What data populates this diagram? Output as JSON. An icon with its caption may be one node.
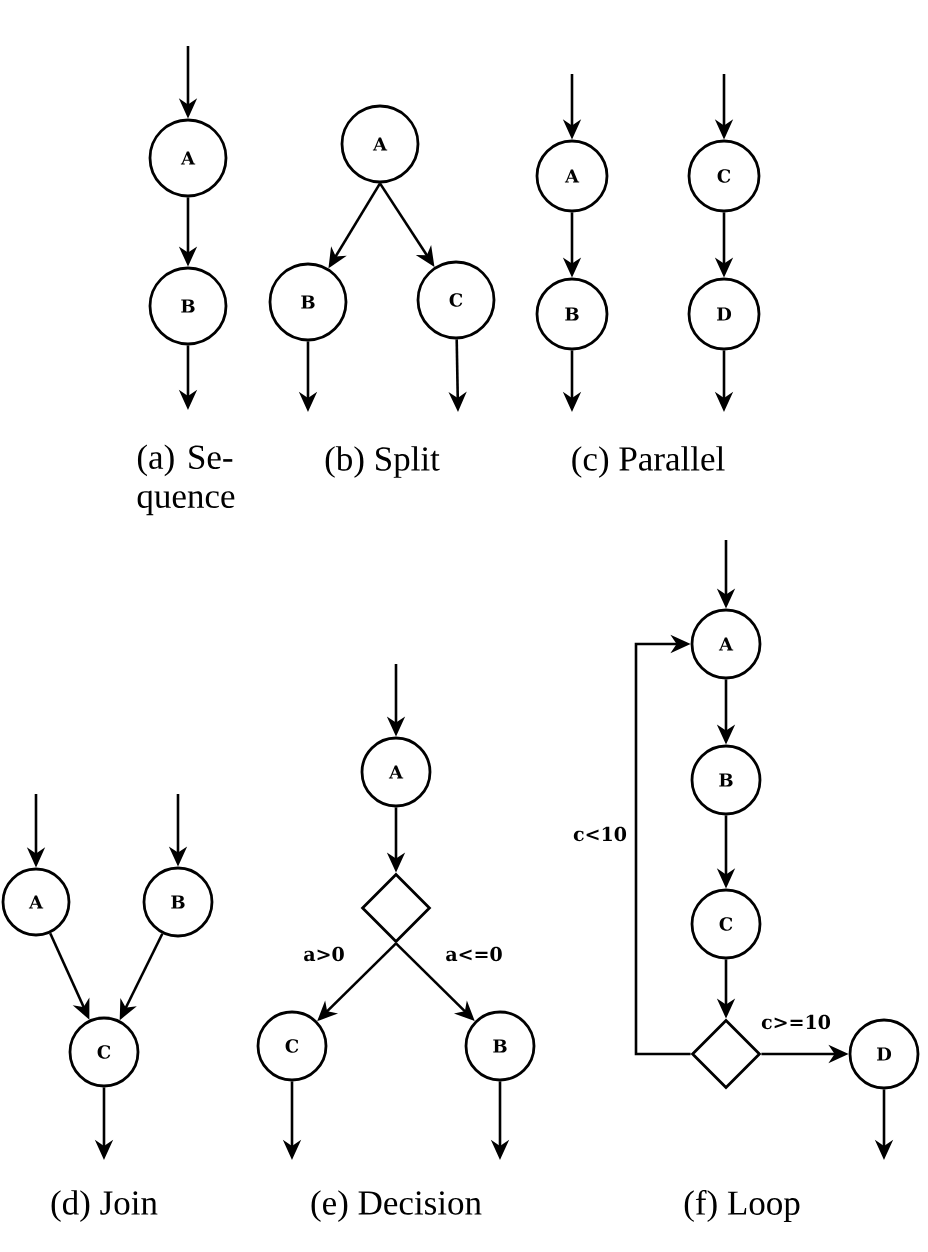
{
  "diagram": {
    "nodes": [
      {
        "text": [
          "A"
        ]
      },
      {
        "text": [
          "B"
        ]
      },
      {
        "text": [
          "A"
        ]
      },
      {
        "text": [
          "B"
        ]
      },
      {
        "text": [
          "C"
        ]
      },
      {
        "text": [
          "A"
        ]
      },
      {
        "text": [
          "B"
        ]
      },
      {
        "text": [
          "C"
        ]
      },
      {
        "text": [
          "D"
        ]
      },
      {
        "text": [
          "A"
        ]
      },
      {
        "text": [
          "B"
        ]
      },
      {
        "text": [
          "C"
        ]
      },
      {
        "text": [
          "A"
        ]
      },
      {
        "text": [],
        "shape": "diamond"
      },
      {
        "text": [
          "C"
        ]
      },
      {
        "text": [
          "B"
        ]
      },
      {
        "text": [
          "A"
        ]
      },
      {
        "text": [
          "B"
        ]
      },
      {
        "text": [
          "C"
        ]
      },
      {
        "text": [],
        "shape": "diamond"
      },
      {
        "text": [
          "D"
        ]
      }
    ],
    "edges": [
      {
        "from": null,
        "to": 0,
        "arrow": "to"
      },
      {
        "from": 0,
        "to": 1,
        "arrow": "to"
      },
      {
        "from": 1,
        "to": null,
        "arrow": "to"
      },
      {
        "from": 2,
        "to": 3,
        "arrow": "to"
      },
      {
        "from": 2,
        "to": 4,
        "arrow": "to"
      },
      {
        "from": 3,
        "to": null,
        "arrow": "to"
      },
      {
        "from": 4,
        "to": null,
        "arrow": "to"
      },
      {
        "from": null,
        "to": 5,
        "arrow": "to"
      },
      {
        "from": 5,
        "to": 6,
        "arrow": "to"
      },
      {
        "from": 6,
        "to": null,
        "arrow": "to"
      },
      {
        "from": null,
        "to": 7,
        "arrow": "to"
      },
      {
        "from": 7,
        "to": 8,
        "arrow": "to"
      },
      {
        "from": 8,
        "to": null,
        "arrow": "to"
      },
      {
        "from": null,
        "to": 9,
        "arrow": "to"
      },
      {
        "from": null,
        "to": 10,
        "arrow": "to"
      },
      {
        "from": 9,
        "to": 11,
        "arrow": "to"
      },
      {
        "from": 10,
        "to": 11,
        "arrow": "to"
      },
      {
        "from": 11,
        "to": null,
        "arrow": "to"
      },
      {
        "from": null,
        "to": 12,
        "arrow": "to"
      },
      {
        "from": 12,
        "to": 13,
        "arrow": "to"
      },
      {
        "from": 13,
        "to": 14,
        "arrow": "to",
        "label": "a>0"
      },
      {
        "from": 13,
        "to": 15,
        "arrow": "to",
        "label": "a<=0"
      },
      {
        "from": 14,
        "to": null,
        "arrow": "to"
      },
      {
        "from": 15,
        "to": null,
        "arrow": "to"
      },
      {
        "from": null,
        "to": 16,
        "arrow": "to"
      },
      {
        "from": 16,
        "to": 17,
        "arrow": "to"
      },
      {
        "from": 17,
        "to": 18,
        "arrow": "to"
      },
      {
        "from": 18,
        "to": 19,
        "arrow": "to"
      },
      {
        "from": 19,
        "to": 16,
        "arrow": "to",
        "label": "c<10"
      },
      {
        "from": 19,
        "to": 20,
        "arrow": "to",
        "label": "c>=10"
      },
      {
        "from": 20,
        "to": null,
        "arrow": "to"
      }
    ],
    "labels": [
      "(a) Se- quence",
      "(b) Split",
      "(c) Parallel",
      "(d) Join",
      "(e) Decision",
      "(f) Loop"
    ]
  }
}
